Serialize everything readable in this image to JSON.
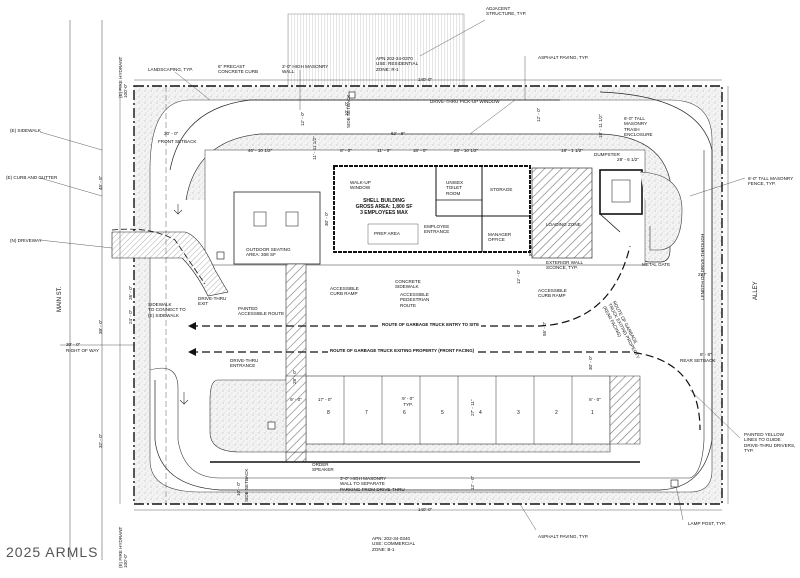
{
  "adjacent": {
    "apn_top": "APN 202-34-0370\nUSE: RESIDENTIAL\nZONE: R-1",
    "adjacent_structure": "ADJACENT\nSTRUCTURE, TYP.",
    "apn_bottom": "APN: 202-34-0340\nUSE: COMMERCIAL\nZONE: B-1"
  },
  "callouts": {
    "landscaping": "LANDSCAPING, TYP.",
    "precast_curb": "6\" PRECAST\nCONCRETE CURB",
    "masonry_wall": "3'-0\" HIGH MASONRY\nWALL",
    "asphalt_top": "ASPHALT PAVING, TYP.",
    "asphalt_bottom": "ASPHALT PAVING, TYP.",
    "drive_thru_window": "DRIVE-THRU PICK-UP WINDOW",
    "trash_enclosure": "6'-0\" TALL\nMASONRY\nTRASH\nENCLOSURE",
    "dumpster": "DUMPSTER",
    "masonry_fence": "6'-0\" TALL MASONRY\nFENCE, TYP.",
    "existing_sidewalk": "(E) SIDEWALK",
    "curb_gutter": "(E) CURB AND GUTTER",
    "driveway": "(N) DRIVEWAY",
    "sidewalk_connect": "SIDEWALK\nTO CONNECT TO\n(E) SIDEWALK",
    "outdoor_seating": "OUTDOOR SEATING\nAREA: 308 SF",
    "walk_up": "WALK-UP\nWINDOW",
    "drive_thru_exit": "DRIVE-THRU\nEXIT",
    "painted_route": "PAINTED\nACCESSIBLE ROUTE",
    "accessible_curb_ramp": "ACCESSIBLE\nCURB RAMP",
    "concrete_sidewalk": "CONCRETE\nSIDEWALK",
    "accessible_ped_route": "ACCESSIBLE\nPEDESTRIAN\nROUTE",
    "accessible_curb_ramp_2": "ACCESSIBLE\nCURB RAMP",
    "exterior_sconce": "EXTERIOR WALL\nSCONCE, TYP.",
    "metal_gate": "METAL GATE",
    "length_drive_through": "LENGTH OF DRIVE-THROUGH",
    "alley": "ALLEY",
    "main_st": "MAIN ST.",
    "right_of_way": "RIGHT OF WAY",
    "row_dim": "30' - 0\"",
    "drive_thru_entrance": "DRIVE-THRU\nENTRANCE",
    "order_speaker": "ORDER\nSPEAKER",
    "masonry_wall_bottom": "3'-0\" HIGH MASONRY\nWALL TO SEPARATE\nPARKING FROM DRIVE-THRU",
    "painted_yellow": "PAINTED YELLOW\nLINES TO GUIDE\nDRIVE-THRU DRIVERS,\nTYP.",
    "lamp_post": "LAMP POST, TYP.",
    "front_setback": "FRONT SETBACK",
    "rear_setback": "REAR SETBACK",
    "side_setback_top": "SIDE SETBACK",
    "side_setback_bottom": "SIDE SETBACK",
    "garbage_truck_route": "ROUTE OF GARBAGE\nTRUCK EXITING PROPERTY\n(REAR FACING)",
    "fire_hydrant_top": "(E) FIRE HYDRANT\n100'-0\"",
    "fire_hydrant_bottom": "(E) FIRE HYDRANT\n100'-0\""
  },
  "building": {
    "title": "SHELL BUILDING",
    "area": "GROSS AREA: 1,800 SF",
    "employees": "3 EMPLOYEES MAX",
    "prep_area": "PREP AREA",
    "employee_entrance": "EMPLOYEE\nENTRANCE",
    "manager_office": "MANAGER\nOFFICE",
    "unisex_toilet": "UNISEX\nTOILET\nROOM",
    "storage": "STORAGE",
    "loading_zone": "LOADING ZONE"
  },
  "routes": {
    "garbage_entry": "ROUTE OF GARBAGE TRUCK ENTRY TO SITE",
    "garbage_exit": "ROUTE OF GARBAGE TRUCK EXITING PROPERTY (FRONT FACING)"
  },
  "dimensions": {
    "top_width": "140'-0\"",
    "bottom_width": "140'-0\"",
    "front_setback_dim": "20' - 0\"",
    "rear_setback_dim": "8' - 8\"",
    "drive_length": "277'",
    "d_bldg_top": "62' - 8\"",
    "d_left_top": "46' - 10 1/2\"",
    "d_right_top": "28' - 10 1/2\"",
    "d_far_right": "16' - 1 1/2\"",
    "d_dumpster": "28' - 6 1/2\"",
    "d_win1": "8' - 0\"",
    "d_win2": "11' - 0\"",
    "d_win3": "18' - 0\"",
    "d_vert_top": "10' - 0\"",
    "d_vert_12a": "12' - 0\"",
    "d_vert_11": "11' - 11 1/2\"",
    "d_vert_18": "18' - 11 1/2\"",
    "d_vert_12b": "12' - 0\"",
    "d_vert_45": "45' - 8\"",
    "d_vert_39": "39' - 0\"",
    "d_vert_32": "32' - 0\"",
    "d_vert_24": "24' - 0\"",
    "d_vert_26": "26' - 0\"",
    "d_vert_30a": "30' - 0\"",
    "d_vert_30b": "30' - 0\"",
    "d_vert_right": "55' - 0\"",
    "d_vert_bottom": "12' - 0\"",
    "d_side_bottom": "10' - 0\"",
    "d_stall": "17' - 0\"",
    "d_stall2": "9' - 0\"",
    "d_stall3": "9' - 0\"",
    "d_stall4": "8' - 0\"",
    "d_typ": "TYP.",
    "d_27": "27' - 11\"",
    "d_ped": "12' - 0\"",
    "d_28": "28' - 0\"",
    "d_8": "8' - 0\""
  },
  "stalls": [
    "8",
    "7",
    "6",
    "5",
    "4",
    "3",
    "2",
    "1"
  ],
  "watermark": "2025 ARMLS"
}
